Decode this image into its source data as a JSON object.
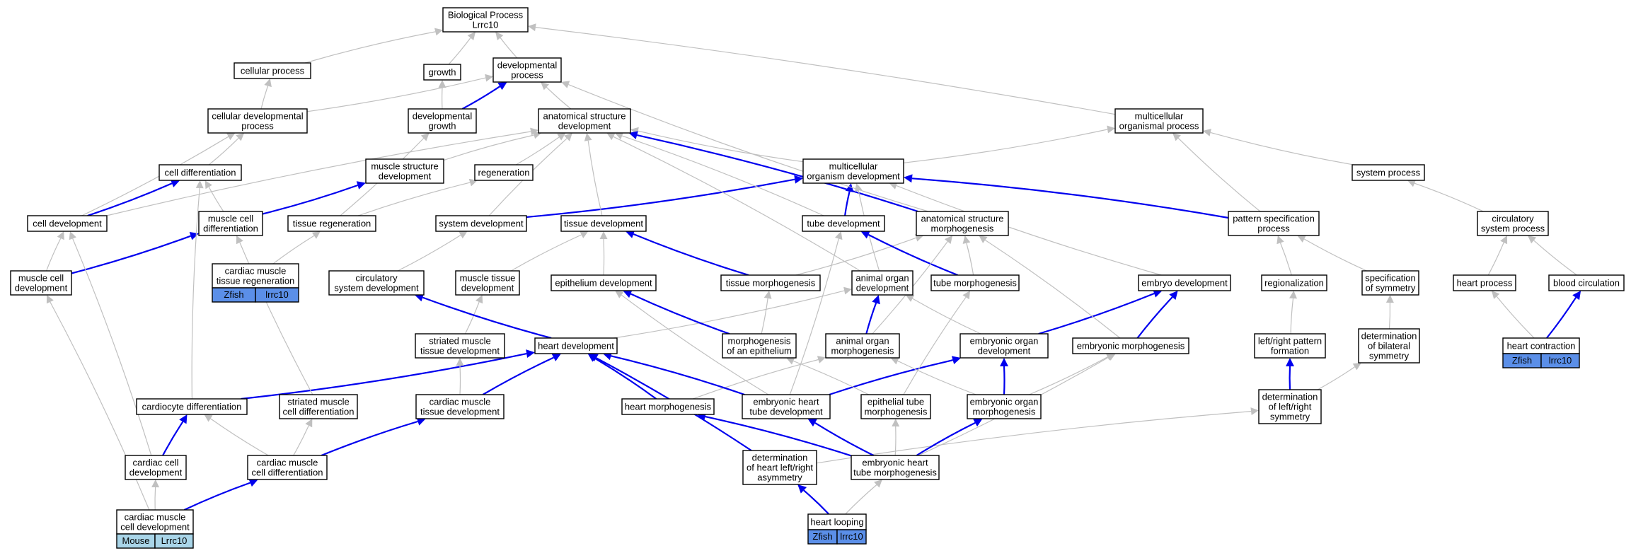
{
  "colors": {
    "grey_edge": "#c0c0c0",
    "blue_edge": "#0000ee",
    "zfish_tag": "#5b8fe8",
    "mouse_tag": "#a9d5e8"
  },
  "nodes": [
    {
      "id": "root",
      "lines": [
        "Biological Process",
        "Lrrc10"
      ]
    },
    {
      "id": "cellular_process",
      "lines": [
        "cellular process"
      ]
    },
    {
      "id": "growth",
      "lines": [
        "growth"
      ]
    },
    {
      "id": "developmental_process",
      "lines": [
        "developmental",
        "process"
      ]
    },
    {
      "id": "cellular_developmental_process",
      "lines": [
        "cellular developmental",
        "process"
      ]
    },
    {
      "id": "developmental_growth",
      "lines": [
        "developmental",
        "growth"
      ]
    },
    {
      "id": "anatomical_structure_development",
      "lines": [
        "anatomical structure",
        "development"
      ]
    },
    {
      "id": "multicellular_organismal_process",
      "lines": [
        "multicellular",
        "organismal process"
      ]
    },
    {
      "id": "cell_differentiation",
      "lines": [
        "cell differentiation"
      ]
    },
    {
      "id": "muscle_structure_development",
      "lines": [
        "muscle structure",
        "development"
      ]
    },
    {
      "id": "regeneration",
      "lines": [
        "regeneration"
      ]
    },
    {
      "id": "multicellular_organism_development",
      "lines": [
        "multicellular",
        "organism development"
      ]
    },
    {
      "id": "system_process",
      "lines": [
        "system process"
      ]
    },
    {
      "id": "cell_development",
      "lines": [
        "cell development"
      ]
    },
    {
      "id": "muscle_cell_differentiation",
      "lines": [
        "muscle cell",
        "differentiation"
      ]
    },
    {
      "id": "tissue_regeneration",
      "lines": [
        "tissue regeneration"
      ]
    },
    {
      "id": "system_development",
      "lines": [
        "system development"
      ]
    },
    {
      "id": "tissue_development",
      "lines": [
        "tissue development"
      ]
    },
    {
      "id": "tube_development",
      "lines": [
        "tube development"
      ]
    },
    {
      "id": "anatomical_structure_morphogenesis",
      "lines": [
        "anatomical structure",
        "morphogenesis"
      ]
    },
    {
      "id": "pattern_specification_process",
      "lines": [
        "pattern specification",
        "process"
      ]
    },
    {
      "id": "circulatory_system_process",
      "lines": [
        "circulatory",
        "system process"
      ]
    },
    {
      "id": "muscle_cell_development",
      "lines": [
        "muscle cell",
        "development"
      ]
    },
    {
      "id": "cardiac_muscle_tissue_regeneration",
      "lines": [
        "cardiac muscle",
        "tissue regeneration"
      ],
      "tags": [
        "Zfish",
        "lrrc10"
      ],
      "tag_style": "zfish"
    },
    {
      "id": "circulatory_system_development",
      "lines": [
        "circulatory",
        "system development"
      ]
    },
    {
      "id": "muscle_tissue_development",
      "lines": [
        "muscle tissue",
        "development"
      ]
    },
    {
      "id": "epithelium_development",
      "lines": [
        "epithelium development"
      ]
    },
    {
      "id": "tissue_morphogenesis",
      "lines": [
        "tissue morphogenesis"
      ]
    },
    {
      "id": "animal_organ_development",
      "lines": [
        "animal organ",
        "development"
      ]
    },
    {
      "id": "tube_morphogenesis",
      "lines": [
        "tube morphogenesis"
      ]
    },
    {
      "id": "embryo_development",
      "lines": [
        "embryo development"
      ]
    },
    {
      "id": "regionalization",
      "lines": [
        "regionalization"
      ]
    },
    {
      "id": "specification_of_symmetry",
      "lines": [
        "specification",
        "of symmetry"
      ]
    },
    {
      "id": "heart_process",
      "lines": [
        "heart process"
      ]
    },
    {
      "id": "blood_circulation",
      "lines": [
        "blood circulation"
      ]
    },
    {
      "id": "striated_muscle_tissue_development",
      "lines": [
        "striated muscle",
        "tissue development"
      ]
    },
    {
      "id": "heart_development",
      "lines": [
        "heart development"
      ]
    },
    {
      "id": "morphogenesis_of_an_epithelium",
      "lines": [
        "morphogenesis",
        "of an epithelium"
      ]
    },
    {
      "id": "animal_organ_morphogenesis",
      "lines": [
        "animal organ",
        "morphogenesis"
      ]
    },
    {
      "id": "embryonic_organ_development",
      "lines": [
        "embryonic organ",
        "development"
      ]
    },
    {
      "id": "embryonic_morphogenesis",
      "lines": [
        "embryonic morphogenesis"
      ]
    },
    {
      "id": "left_right_pattern_formation",
      "lines": [
        "left/right pattern",
        "formation"
      ]
    },
    {
      "id": "determination_of_bilateral_symmetry",
      "lines": [
        "determination",
        "of bilateral",
        "symmetry"
      ]
    },
    {
      "id": "heart_contraction",
      "lines": [
        "heart contraction"
      ],
      "tags": [
        "Zfish",
        "lrrc10"
      ],
      "tag_style": "zfish"
    },
    {
      "id": "cardiocyte_differentiation",
      "lines": [
        "cardiocyte differentiation"
      ]
    },
    {
      "id": "striated_muscle_cell_differentiation",
      "lines": [
        "striated muscle",
        "cell differentiation"
      ]
    },
    {
      "id": "cardiac_muscle_tissue_development",
      "lines": [
        "cardiac muscle",
        "tissue development"
      ]
    },
    {
      "id": "heart_morphogenesis",
      "lines": [
        "heart morphogenesis"
      ]
    },
    {
      "id": "embryonic_heart_tube_development",
      "lines": [
        "embryonic heart",
        "tube development"
      ]
    },
    {
      "id": "epithelial_tube_morphogenesis",
      "lines": [
        "epithelial tube",
        "morphogenesis"
      ]
    },
    {
      "id": "embryonic_organ_morphogenesis",
      "lines": [
        "embryonic organ",
        "morphogenesis"
      ]
    },
    {
      "id": "determination_of_left_right_symmetry",
      "lines": [
        "determination",
        "of left/right",
        "symmetry"
      ]
    },
    {
      "id": "cardiac_cell_development",
      "lines": [
        "cardiac cell",
        "development"
      ]
    },
    {
      "id": "cardiac_muscle_cell_differentiation",
      "lines": [
        "cardiac muscle",
        "cell differentiation"
      ]
    },
    {
      "id": "determination_of_heart_left_right_asymmetry",
      "lines": [
        "determination",
        "of heart left/right",
        "asymmetry"
      ]
    },
    {
      "id": "embryonic_heart_tube_morphogenesis",
      "lines": [
        "embryonic heart",
        "tube morphogenesis"
      ]
    },
    {
      "id": "cardiac_muscle_cell_development",
      "lines": [
        "cardiac muscle",
        "cell development"
      ],
      "tags": [
        "Mouse",
        "Lrrc10"
      ],
      "tag_style": "mouse"
    },
    {
      "id": "heart_looping",
      "lines": [
        "heart looping"
      ],
      "tags": [
        "Zfish",
        "lrrc10"
      ],
      "tag_style": "zfish"
    }
  ],
  "edges": [
    [
      "cellular_process",
      "root",
      "grey"
    ],
    [
      "growth",
      "root",
      "grey"
    ],
    [
      "developmental_process",
      "root",
      "grey"
    ],
    [
      "multicellular_organismal_process",
      "root",
      "grey"
    ],
    [
      "cellular_developmental_process",
      "cellular_process",
      "grey"
    ],
    [
      "cellular_developmental_process",
      "developmental_process",
      "grey"
    ],
    [
      "developmental_growth",
      "growth",
      "grey"
    ],
    [
      "developmental_growth",
      "developmental_process",
      "blue"
    ],
    [
      "anatomical_structure_development",
      "developmental_process",
      "grey"
    ],
    [
      "cell_differentiation",
      "cellular_developmental_process",
      "grey"
    ],
    [
      "muscle_structure_development",
      "anatomical_structure_development",
      "grey"
    ],
    [
      "regeneration",
      "anatomical_structure_development",
      "grey"
    ],
    [
      "multicellular_organism_development",
      "anatomical_structure_development",
      "grey"
    ],
    [
      "multicellular_organism_development",
      "multicellular_organismal_process",
      "grey"
    ],
    [
      "system_process",
      "multicellular_organismal_process",
      "grey"
    ],
    [
      "cell_development",
      "cellular_developmental_process",
      "grey"
    ],
    [
      "cell_development",
      "anatomical_structure_development",
      "grey"
    ],
    [
      "cell_development",
      "cell_differentiation",
      "blue"
    ],
    [
      "muscle_cell_differentiation",
      "cell_differentiation",
      "grey"
    ],
    [
      "muscle_cell_differentiation",
      "muscle_structure_development",
      "blue"
    ],
    [
      "tissue_regeneration",
      "regeneration",
      "grey"
    ],
    [
      "tissue_regeneration",
      "developmental_growth",
      "grey"
    ],
    [
      "system_development",
      "anatomical_structure_development",
      "grey"
    ],
    [
      "system_development",
      "multicellular_organism_development",
      "blue"
    ],
    [
      "tissue_development",
      "anatomical_structure_development",
      "grey"
    ],
    [
      "tube_development",
      "anatomical_structure_development",
      "grey"
    ],
    [
      "tube_development",
      "multicellular_organism_development",
      "blue"
    ],
    [
      "anatomical_structure_morphogenesis",
      "anatomical_structure_development",
      "blue"
    ],
    [
      "anatomical_structure_morphogenesis",
      "developmental_process",
      "grey"
    ],
    [
      "pattern_specification_process",
      "multicellular_organism_development",
      "blue"
    ],
    [
      "pattern_specification_process",
      "multicellular_organismal_process",
      "grey"
    ],
    [
      "circulatory_system_process",
      "system_process",
      "grey"
    ],
    [
      "muscle_cell_development",
      "cell_development",
      "grey"
    ],
    [
      "muscle_cell_development",
      "muscle_cell_differentiation",
      "blue"
    ],
    [
      "cardiac_muscle_tissue_regeneration",
      "tissue_regeneration",
      "grey"
    ],
    [
      "circulatory_system_development",
      "system_development",
      "grey"
    ],
    [
      "muscle_tissue_development",
      "tissue_development",
      "grey"
    ],
    [
      "epithelium_development",
      "tissue_development",
      "grey"
    ],
    [
      "tissue_morphogenesis",
      "tissue_development",
      "blue"
    ],
    [
      "tissue_morphogenesis",
      "anatomical_structure_morphogenesis",
      "grey"
    ],
    [
      "animal_organ_development",
      "multicellular_organism_development",
      "grey"
    ],
    [
      "animal_organ_development",
      "anatomical_structure_development",
      "grey"
    ],
    [
      "tube_morphogenesis",
      "tube_development",
      "blue"
    ],
    [
      "tube_morphogenesis",
      "anatomical_structure_morphogenesis",
      "grey"
    ],
    [
      "embryo_development",
      "multicellular_organism_development",
      "grey"
    ],
    [
      "regionalization",
      "pattern_specification_process",
      "grey"
    ],
    [
      "specification_of_symmetry",
      "pattern_specification_process",
      "grey"
    ],
    [
      "heart_process",
      "circulatory_system_process",
      "grey"
    ],
    [
      "blood_circulation",
      "circulatory_system_process",
      "grey"
    ],
    [
      "striated_muscle_tissue_development",
      "muscle_tissue_development",
      "grey"
    ],
    [
      "heart_development",
      "circulatory_system_development",
      "blue"
    ],
    [
      "heart_development",
      "animal_organ_development",
      "grey"
    ],
    [
      "morphogenesis_of_an_epithelium",
      "epithelium_development",
      "blue"
    ],
    [
      "morphogenesis_of_an_epithelium",
      "tissue_morphogenesis",
      "grey"
    ],
    [
      "animal_organ_morphogenesis",
      "animal_organ_development",
      "blue"
    ],
    [
      "animal_organ_morphogenesis",
      "anatomical_structure_morphogenesis",
      "grey"
    ],
    [
      "embryonic_organ_development",
      "animal_organ_development",
      "grey"
    ],
    [
      "embryonic_organ_development",
      "embryo_development",
      "blue"
    ],
    [
      "embryonic_morphogenesis",
      "embryo_development",
      "blue"
    ],
    [
      "embryonic_morphogenesis",
      "anatomical_structure_morphogenesis",
      "grey"
    ],
    [
      "left_right_pattern_formation",
      "regionalization",
      "grey"
    ],
    [
      "determination_of_bilateral_symmetry",
      "specification_of_symmetry",
      "grey"
    ],
    [
      "heart_contraction",
      "heart_process",
      "grey"
    ],
    [
      "heart_contraction",
      "blood_circulation",
      "blue"
    ],
    [
      "cardiocyte_differentiation",
      "cell_differentiation",
      "grey"
    ],
    [
      "cardiocyte_differentiation",
      "heart_development",
      "blue"
    ],
    [
      "striated_muscle_cell_differentiation",
      "muscle_cell_differentiation",
      "grey"
    ],
    [
      "cardiac_muscle_tissue_development",
      "striated_muscle_tissue_development",
      "grey"
    ],
    [
      "cardiac_muscle_tissue_development",
      "heart_development",
      "blue"
    ],
    [
      "heart_morphogenesis",
      "heart_development",
      "blue"
    ],
    [
      "heart_morphogenesis",
      "animal_organ_morphogenesis",
      "grey"
    ],
    [
      "embryonic_heart_tube_development",
      "heart_development",
      "blue"
    ],
    [
      "embryonic_heart_tube_development",
      "epithelium_development",
      "grey"
    ],
    [
      "embryonic_heart_tube_development",
      "tube_development",
      "grey"
    ],
    [
      "embryonic_heart_tube_development",
      "embryonic_organ_development",
      "blue"
    ],
    [
      "epithelial_tube_morphogenesis",
      "morphogenesis_of_an_epithelium",
      "grey"
    ],
    [
      "epithelial_tube_morphogenesis",
      "tube_morphogenesis",
      "grey"
    ],
    [
      "embryonic_organ_morphogenesis",
      "embryonic_organ_development",
      "blue"
    ],
    [
      "embryonic_organ_morphogenesis",
      "animal_organ_morphogenesis",
      "grey"
    ],
    [
      "embryonic_organ_morphogenesis",
      "embryonic_morphogenesis",
      "grey"
    ],
    [
      "determination_of_left_right_symmetry",
      "left_right_pattern_formation",
      "blue"
    ],
    [
      "determination_of_left_right_symmetry",
      "determination_of_bilateral_symmetry",
      "grey"
    ],
    [
      "cardiac_cell_development",
      "cardiocyte_differentiation",
      "blue"
    ],
    [
      "cardiac_cell_development",
      "cell_development",
      "grey"
    ],
    [
      "cardiac_muscle_cell_differentiation",
      "cardiocyte_differentiation",
      "grey"
    ],
    [
      "cardiac_muscle_cell_differentiation",
      "striated_muscle_cell_differentiation",
      "grey"
    ],
    [
      "cardiac_muscle_cell_differentiation",
      "cardiac_muscle_tissue_development",
      "blue"
    ],
    [
      "determination_of_heart_left_right_asymmetry",
      "heart_development",
      "blue"
    ],
    [
      "determination_of_heart_left_right_asymmetry",
      "determination_of_left_right_symmetry",
      "grey"
    ],
    [
      "embryonic_heart_tube_morphogenesis",
      "heart_morphogenesis",
      "blue"
    ],
    [
      "embryonic_heart_tube_morphogenesis",
      "embryonic_heart_tube_development",
      "blue"
    ],
    [
      "embryonic_heart_tube_morphogenesis",
      "epithelial_tube_morphogenesis",
      "grey"
    ],
    [
      "embryonic_heart_tube_morphogenesis",
      "embryonic_organ_morphogenesis",
      "blue"
    ],
    [
      "embryonic_heart_tube_morphogenesis",
      "embryonic_morphogenesis",
      "grey"
    ],
    [
      "cardiac_muscle_cell_development",
      "cardiac_cell_development",
      "grey"
    ],
    [
      "cardiac_muscle_cell_development",
      "muscle_cell_development",
      "grey"
    ],
    [
      "cardiac_muscle_cell_development",
      "cardiac_muscle_cell_differentiation",
      "blue"
    ],
    [
      "heart_looping",
      "determination_of_heart_left_right_asymmetry",
      "blue"
    ],
    [
      "heart_looping",
      "embryonic_heart_tube_morphogenesis",
      "grey"
    ]
  ]
}
